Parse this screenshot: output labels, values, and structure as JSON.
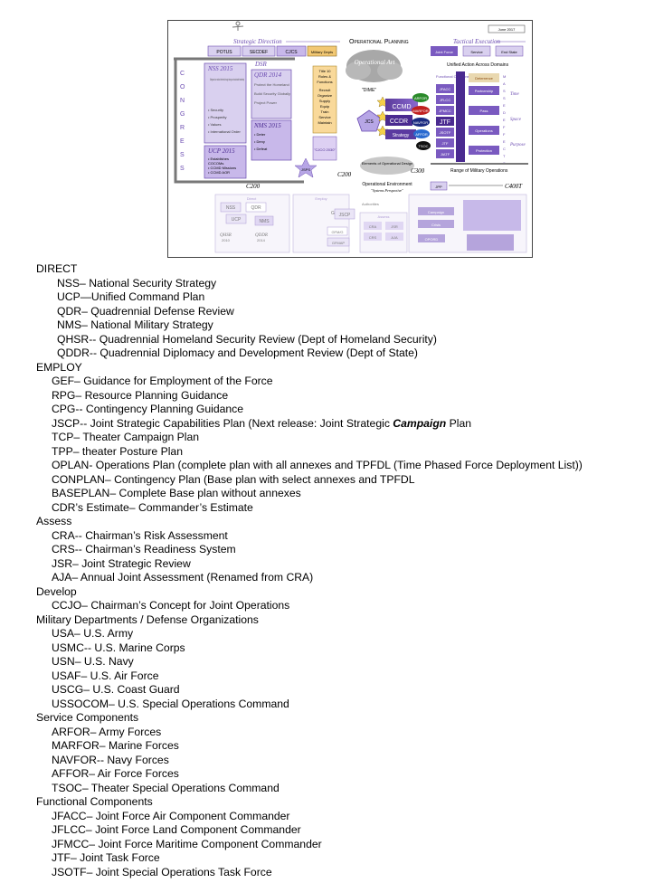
{
  "diagram": {
    "date_label": "June 2017",
    "strategic_direction": "Strategic Direction",
    "operational_planning": "Operational Planning",
    "tactical_execution": "Tactical Execution",
    "top_boxes": [
      "POTUS",
      "SECDEF",
      "CJCS",
      "Military Depts"
    ],
    "tactical_boxes": [
      "Joint Force",
      "Service",
      "End State"
    ],
    "congress_letters": [
      "C",
      "O",
      "N",
      "G",
      "R",
      "E",
      "S",
      "S"
    ],
    "nss_title": "NSS 2015",
    "nss_desc": "Safeguard our national interests through strong and sustainable leadership",
    "nss_bullets": [
      "• Security",
      "• Prosperity",
      "• Values",
      "• International Order"
    ],
    "dsr_title": "DSR",
    "qdr_title": "QDR 2014",
    "qdr_lines": [
      "Protect the Homeland",
      "Build Security Globally",
      "Project Power"
    ],
    "nms_title": "NMS 2015",
    "nms_lines": [
      "• Deter",
      "• Deny",
      "• Defeat"
    ],
    "ucp_title": "UCP 2015",
    "ucp_lines": [
      "• Establishes",
      "  COCOMs",
      "• CCMD Missions",
      "• CCMD AOR"
    ],
    "title10_lines": [
      "Title 10",
      "Roles &",
      "Functions",
      "Recruit",
      "Organize",
      "Supply",
      "Equip",
      "Train",
      "Service",
      "Maintain"
    ],
    "operational_art": "Operational Art",
    "dime": "\"DIME\"",
    "jcs": "JCS",
    "ccmd": "CCMD",
    "ccdr": "CCDR",
    "strategy": "Strategy",
    "components": [
      "ARFOR",
      "MARFOR",
      "NAVFOR",
      "AFFOR",
      "TSOC"
    ],
    "functional_header": "Functional Components",
    "functional": [
      "JFACC",
      "JFLCC",
      "JFMCC",
      "JTF",
      "JSOTF",
      "JTF",
      "JIATF"
    ],
    "unified_action": "Unified Action Across Domains",
    "right_boxes": [
      "Deterrence",
      "Partnership",
      "Pass",
      "Operations",
      "Protection"
    ],
    "massed_letters": [
      "M",
      "A",
      "S",
      "S",
      "E",
      "D",
      "E",
      "F",
      "F",
      "E",
      "C",
      "T",
      "S"
    ],
    "side_words": [
      "Time",
      "Space",
      "Purpose"
    ],
    "range_mil_ops": "Range of Military Operations",
    "elements_op_design": "Elements of Operational Design",
    "op_environment": "Operational Environment",
    "systems_perspective": "\"Systems Perspective\"",
    "c200a": "C200",
    "c200b": "C200",
    "c300": "C300",
    "c400t": "C400T",
    "jpp": "JPP",
    "direct_label": "Direct",
    "employ_label": "Employ",
    "assess_label": "Assess",
    "lower_boxes": [
      "NSS",
      "QDR",
      "UCP",
      "NMS"
    ],
    "qhsr": "QHSR",
    "qhsr_year": "2010",
    "qddr": "QDDR",
    "qddr_year": "2014",
    "gef": "GEF",
    "gfmig": "GFM/G",
    "gfmap": "GFMAP",
    "jscp": "JSCP",
    "authorities": "Authorities",
    "assess_boxes": [
      "CRA",
      "JSR",
      "CRS",
      "AJA"
    ],
    "campaign": "Campaign",
    "crisis": "Crisis",
    "opord": "OPORD",
    "cjco": "\"CJCO 2030\"",
    "jsps": "JSPS"
  },
  "glossary": [
    {
      "header": "DIRECT",
      "items": [
        {
          "text": "NSS– National Security Strategy",
          "deep": true
        },
        {
          "text": "UCP—Unified Command Plan",
          "deep": true
        },
        {
          "text": "QDR– Quadrennial Defense Review",
          "deep": true
        },
        {
          "text": "NMS– National Military Strategy",
          "deep": true
        },
        {
          "text": "QHSR-- Quadrennial Homeland Security Review (Dept of Homeland Security)",
          "deep": true
        },
        {
          "text": "QDDR--  Quadrennial Diplomacy and Development Review (Dept of State)",
          "deep": true
        }
      ]
    },
    {
      "header": "EMPLOY",
      "items": [
        {
          "text": "GEF– Guidance for Employment of the Force"
        },
        {
          "text": "RPG– Resource Planning Guidance"
        },
        {
          "text": "CPG--  Contingency Planning Guidance"
        },
        {
          "text": "JSCP--  Joint Strategic Capabilities Plan (Next release: Joint Strategic ",
          "em": "Campaign",
          "tail": " Plan"
        },
        {
          "text": "TCP– Theater Campaign Plan"
        },
        {
          "text": "TPP– theater Posture Plan"
        },
        {
          "text": "OPLAN-  Operations Plan (complete plan with all annexes and TPFDL (Time Phased Force Deployment List))"
        },
        {
          "text": "CONPLAN– Contingency Plan (Base plan with select annexes and TPFDL"
        },
        {
          "text": "BASEPLAN– Complete Base plan without annexes"
        },
        {
          "text": "CDR’s Estimate– Commander’s Estimate"
        }
      ]
    },
    {
      "header": "Assess",
      "items": [
        {
          "text": "CRA-- Chairman’s Risk Assessment"
        },
        {
          "text": "CRS--   Chairman’s Readiness System"
        },
        {
          "text": "JSR– Joint Strategic Review"
        },
        {
          "text": "AJA– Annual Joint Assessment (Renamed from CRA)"
        }
      ]
    },
    {
      "header": "Develop",
      "items": [
        {
          "text": "CCJO– Chairman’s Concept for Joint Operations"
        }
      ]
    },
    {
      "header": "Military Departments / Defense Organizations",
      "items": [
        {
          "text": "USA– U.S. Army"
        },
        {
          "text": "USMC--  U.S. Marine Corps"
        },
        {
          "text": "USN– U.S. Navy"
        },
        {
          "text": "USAF– U.S. Air Force"
        },
        {
          "text": "USCG– U.S. Coast Guard"
        },
        {
          "text": "USSOCOM– U.S. Special Operations Command"
        }
      ]
    },
    {
      "header": "Service Components",
      "items": [
        {
          "text": "ARFOR– Army Forces"
        },
        {
          "text": "MARFOR– Marine Forces"
        },
        {
          "text": "NAVFOR--  Navy Forces"
        },
        {
          "text": "AFFOR– Air Force Forces"
        },
        {
          "text": "TSOC– Theater Special Operations Command"
        }
      ]
    },
    {
      "header": "Functional Components",
      "items": [
        {
          "text": "JFACC– Joint Force Air Component Commander"
        },
        {
          "text": "JFLCC– Joint Force Land Component Commander"
        },
        {
          "text": "JFMCC– Joint Force Maritime Component Commander"
        },
        {
          "text": "JTF– Joint Task Force"
        },
        {
          "text": "JSOTF– Joint Special Operations Task Force"
        }
      ]
    }
  ]
}
